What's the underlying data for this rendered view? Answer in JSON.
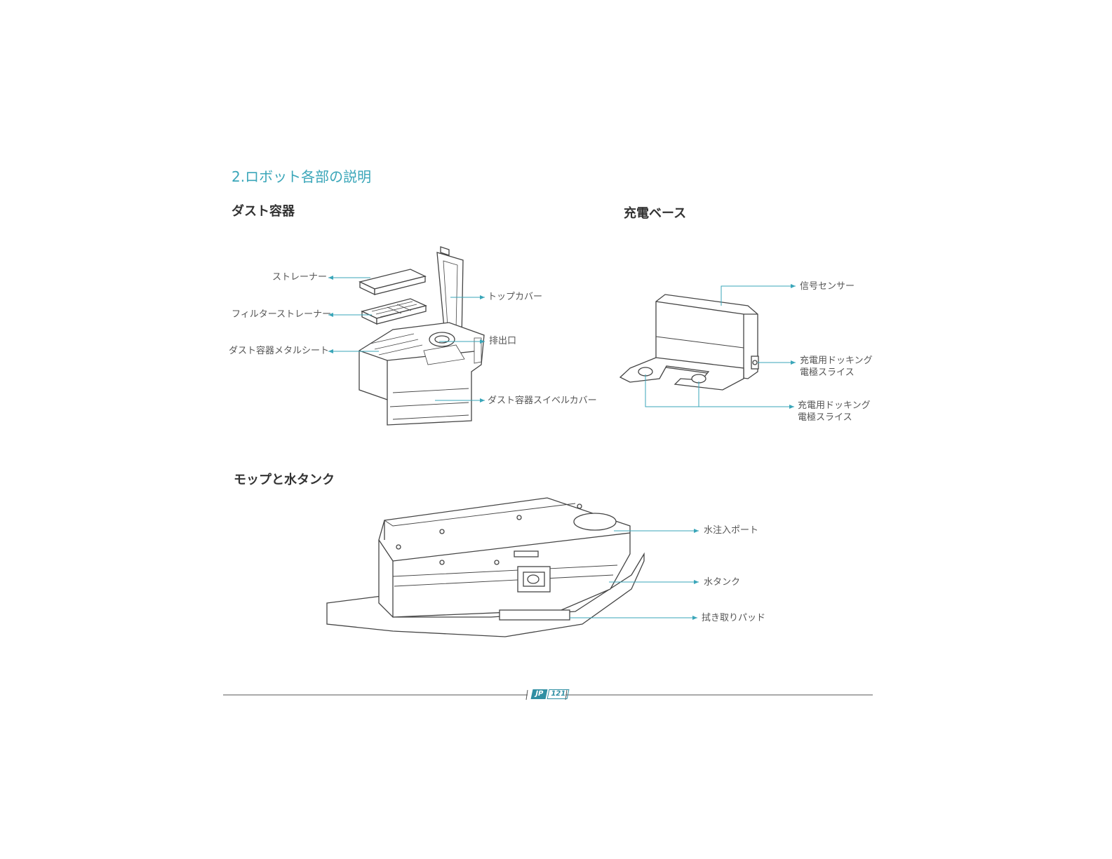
{
  "page": {
    "title": "2.ロボット各部の説明",
    "lang_badge": "JP",
    "page_number": "121"
  },
  "dust_container": {
    "heading": "ダスト容器",
    "labels": {
      "strainer": "ストレーナー",
      "filter_strainer": "フィルターストレーナー",
      "metal_sheet": "ダスト容器メタルシート",
      "top_cover": "トップカバー",
      "outlet": "排出口",
      "swivel_cover": "ダスト容器スイベルカバー"
    }
  },
  "charging_base": {
    "heading": "充電ベース",
    "labels": {
      "signal_sensor": "信号センサー",
      "docking_slice_1_line1": "充電用ドッキング",
      "docking_slice_1_line2": "電極スライス",
      "docking_slice_2_line1": "充電用ドッキング",
      "docking_slice_2_line2": "電極スライス"
    }
  },
  "mop_tank": {
    "heading": "モップと水タンク",
    "labels": {
      "fill_port": "水注入ポート",
      "water_tank": "水タンク",
      "wipe_pad": "拭き取りパッド"
    }
  },
  "colors": {
    "accent": "#3aa6b9",
    "line_art": "#444444",
    "leader": "#3aa6b9"
  }
}
